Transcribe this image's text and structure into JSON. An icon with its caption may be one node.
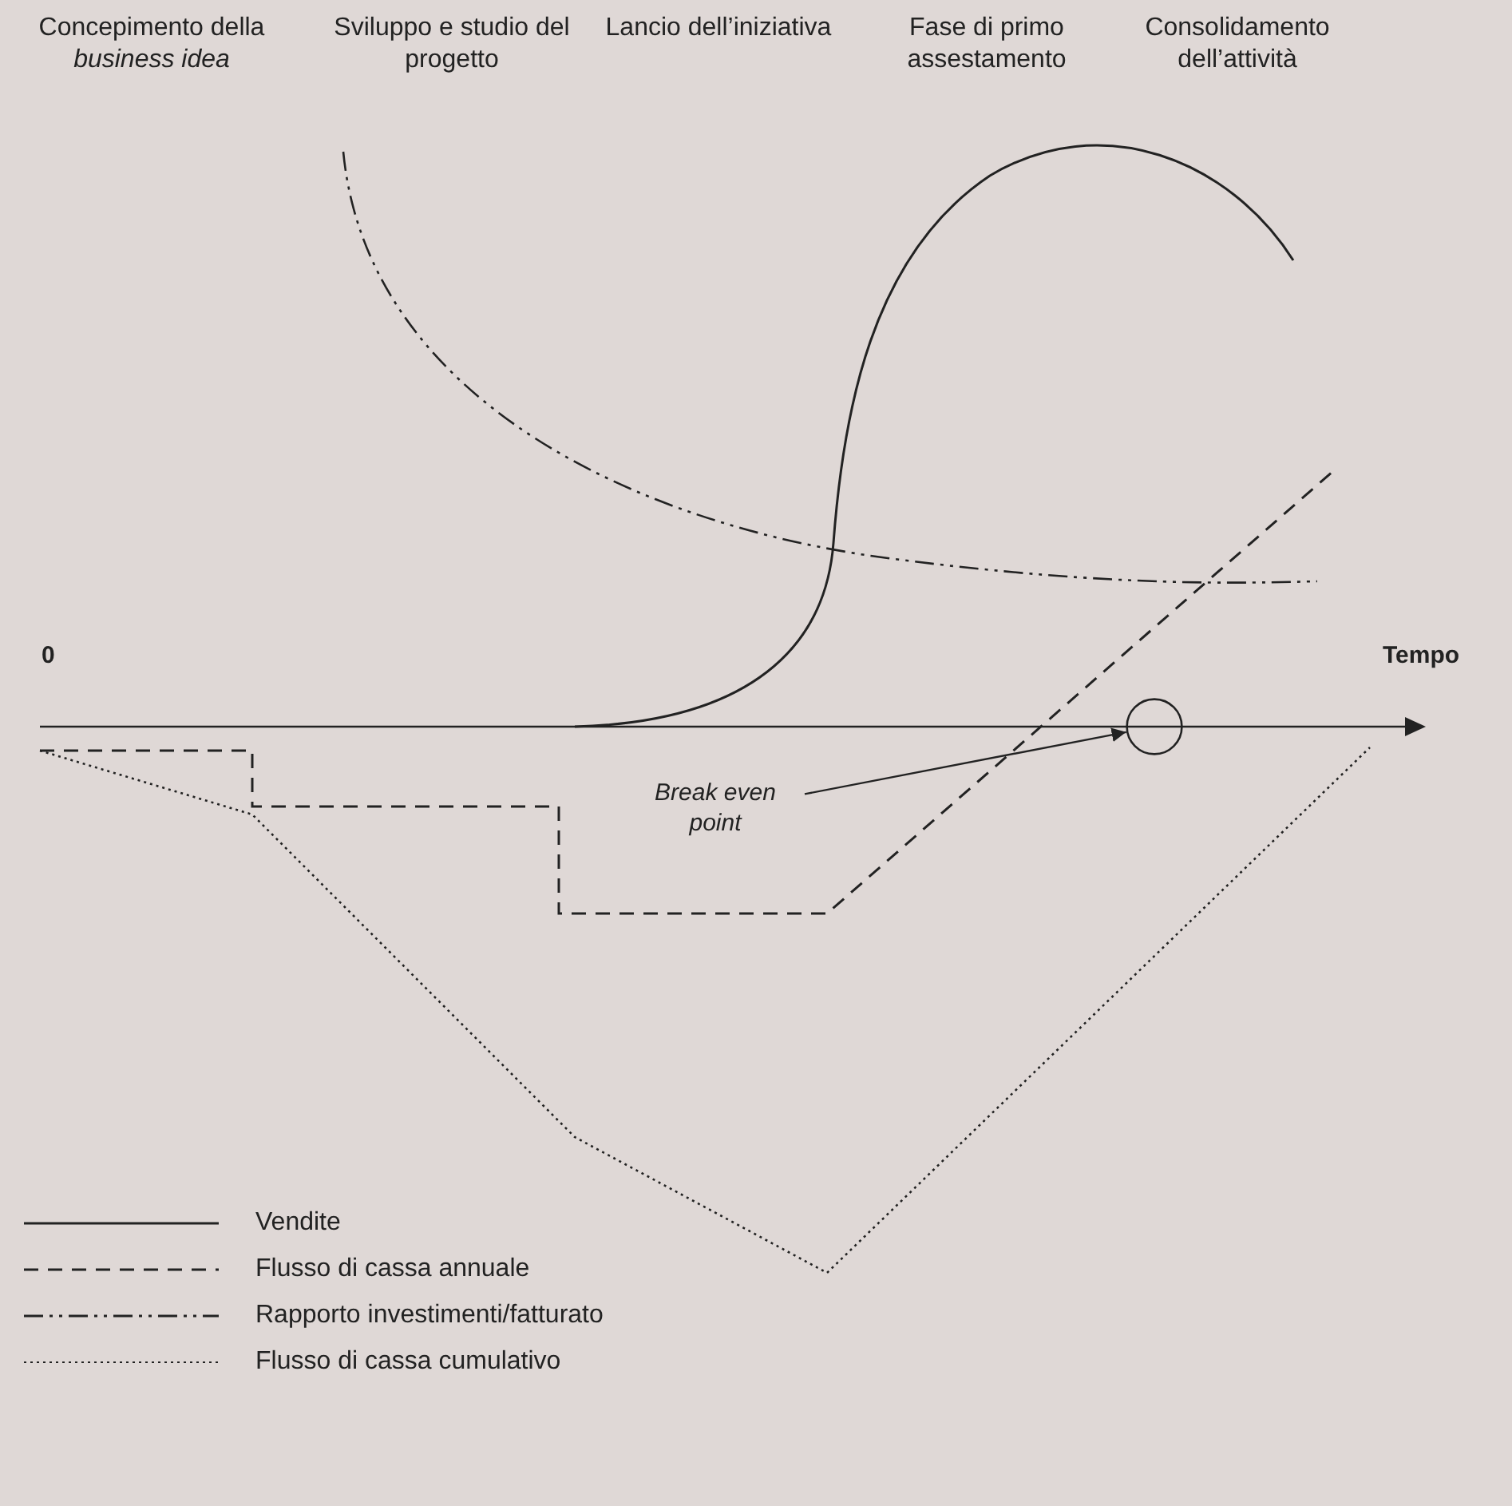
{
  "diagram": {
    "nodes": [
      {
        "text": [
          "Break even point"
        ]
      },
      {
        "text": [],
        "shape": "circle"
      }
    ],
    "edges": [
      {
        "from": 0,
        "to": 1,
        "arrow": "to"
      }
    ],
    "labels": [
      "Concepimento della *business idea*",
      "Sviluppo e studio del progetto",
      "Lancio dell’iniziativa",
      "Fase di primo assestamento",
      "Consolidamento dell’attività",
      "0",
      "Tempo"
    ],
    "legend": [
      {
        "text": "Vendite"
      },
      {
        "text": "Flusso di cassa annuale"
      },
      {
        "text": "Rapporto investimenti/fatturato"
      },
      {
        "text": "Flusso di cassa cumulativo"
      }
    ]
  }
}
